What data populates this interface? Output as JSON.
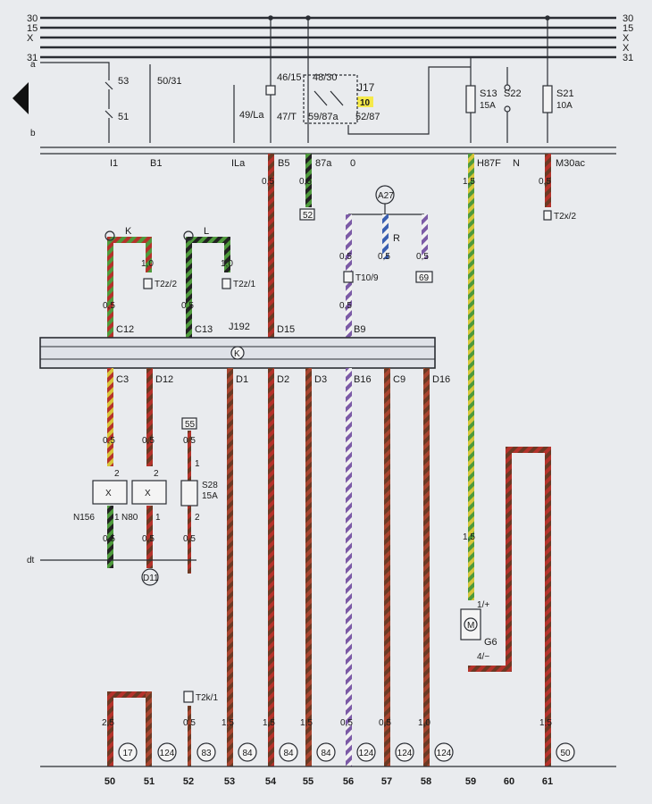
{
  "bus_labels": [
    "30",
    "15",
    "X",
    "X",
    "31"
  ],
  "side_labels": {
    "a": "a",
    "b": "b",
    "dt": "dt"
  },
  "top_terminals": {
    "t53": "53",
    "t51": "51",
    "t5031": "50/31",
    "t49la": "49/La",
    "t4615": "46/15",
    "t4830": "48/30",
    "t47t": "47/T",
    "t5987a": "59/87a",
    "t5287": "52/87",
    "j17": "J17",
    "relay_no": "10"
  },
  "fuses": {
    "s13": "S13",
    "s13_rating": "15A",
    "s22": "S22",
    "s21": "S21",
    "s21_rating": "10A",
    "s28": "S28",
    "s28_rating": "15A",
    "s28_slot": "55"
  },
  "b_row": [
    "I1",
    "B1",
    "ILa",
    "B5",
    "87a",
    "0",
    "H87F",
    "N",
    "M30ac"
  ],
  "connectors": {
    "a27": "A27",
    "r": "R",
    "t109": "T10/9",
    "box52": "52",
    "box69": "69",
    "t2z2": "T2z/2",
    "t2z1": "T2z/1",
    "t2x2": "T2x/2",
    "t2k1": "T2k/1",
    "k": "K",
    "l": "L",
    "d11": "D11",
    "g6": "G6",
    "m": "M",
    "g6_plus": "1/+",
    "g6_minus": "4/−",
    "n156": "N156",
    "n80": "N80",
    "pin1": "1",
    "pin2": "2",
    "x": "X"
  },
  "panel": {
    "name": "J192",
    "label": "K",
    "top_pins": [
      "C12",
      "C13",
      "D15",
      "B9"
    ],
    "bottom_pins": [
      "C3",
      "D12",
      "D1",
      "D2",
      "D3",
      "B16",
      "C9",
      "D16"
    ]
  },
  "gauges": {
    "g05": "0,5",
    "g10": "1,0",
    "g15": "1,5",
    "g25": "2,5"
  },
  "bottom_refs": [
    "17",
    "124",
    "83",
    "84",
    "84",
    "84",
    "124",
    "124",
    "124",
    "",
    "",
    "50"
  ],
  "bottom_numbers": [
    "50",
    "51",
    "52",
    "53",
    "54",
    "55",
    "56",
    "57",
    "58",
    "59",
    "60",
    "61"
  ],
  "colors": {
    "red": "#b5322b",
    "brown": "#6b3a24",
    "green": "#4e9a3c",
    "yellow": "#d8c63a",
    "violet": "#7b5aa6",
    "blue": "#3a5fb0",
    "white": "#f2f2f2",
    "black": "#222222",
    "highlight": "#f5e94a"
  }
}
